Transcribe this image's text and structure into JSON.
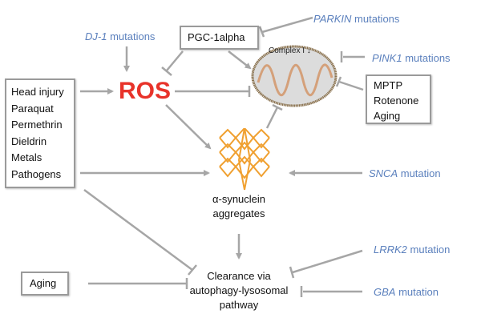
{
  "nodes": {
    "ros": "ROS",
    "pgc": "PGC-1alpha",
    "environment": [
      "Head injury",
      "Paraquat",
      "Permethrin",
      "Dieldrin",
      "Metals",
      "Pathogens"
    ],
    "toxins": [
      "MPTP",
      "Rotenone",
      "Aging"
    ],
    "aging": "Aging",
    "complex_label": "Complex I",
    "complex_arrow": "↓",
    "synuclein": [
      "α-synuclein",
      "aggregates"
    ],
    "clearance": [
      "Clearance via",
      "autophagy-lysosomal",
      "pathway"
    ]
  },
  "genes": {
    "dj1": {
      "gene": "DJ-1",
      "suffix": " mutations"
    },
    "parkin": {
      "gene": "PARKIN",
      "suffix": " mutations"
    },
    "pink1": {
      "gene": "PINK1",
      "suffix": " mutations"
    },
    "snca": {
      "gene": "SNCA",
      "suffix": " mutation"
    },
    "lrrk2": {
      "gene": "LRRK2",
      "suffix": " mutation"
    },
    "gba": {
      "gene": "GBA",
      "suffix": " mutation"
    }
  },
  "colors": {
    "ros": "#e8332a",
    "gene": "#5b80bd",
    "edge": "#a6a6a6",
    "aggregate": "#f0a030",
    "mito_fill": "#dcdcdc",
    "mito_border": "#8b7350",
    "mito_cristae": "#d4a07a"
  }
}
